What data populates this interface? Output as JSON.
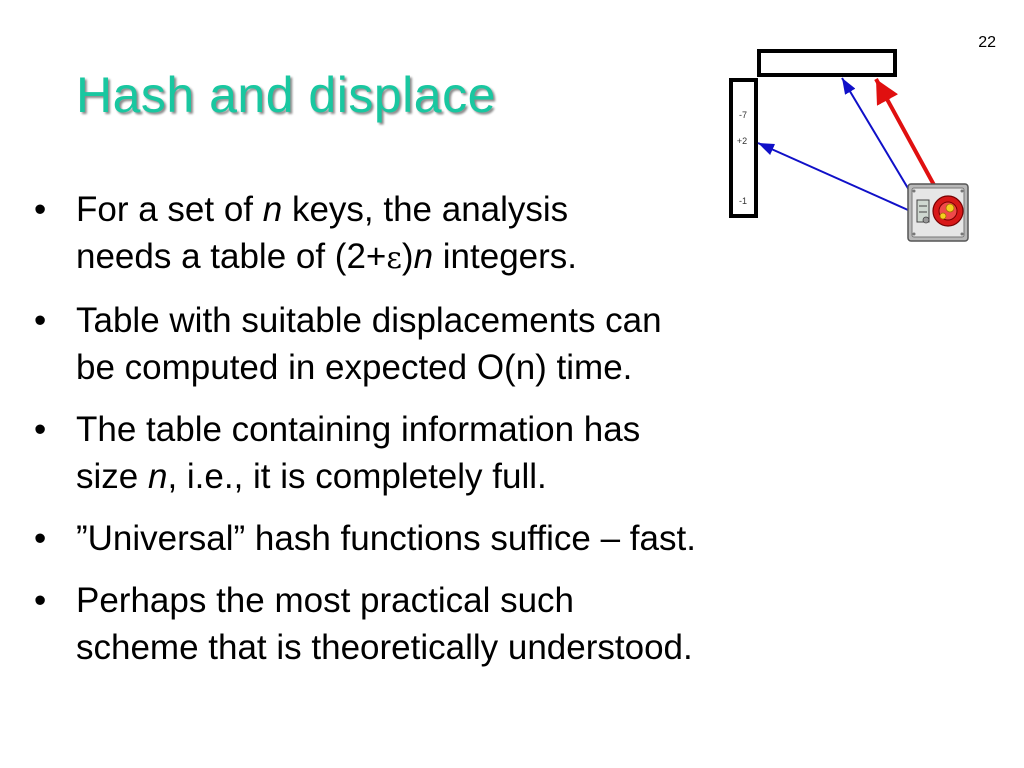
{
  "slide_number": "22",
  "title": "Hash and displace",
  "diagram": {
    "column_values": [
      "-7",
      "+2",
      "-1"
    ],
    "colors": {
      "blue_arrow": "#1010c8",
      "red_arrow": "#e01010",
      "title_green": "#19c7a0"
    }
  },
  "bullets": [
    {
      "l1a": "For a set of ",
      "l1n": "n",
      "l1b": " keys, the analysis",
      "l2a": "needs a table of (2+",
      "l2eps": "ε",
      "l2b": ")",
      "l2n": "n",
      "l2c": " integers."
    },
    {
      "l1": "Table with suitable displacements can",
      "l2": "be computed in expected O(n) time."
    },
    {
      "l1": "The table containing information has",
      "l2a": "size ",
      "l2n": "n",
      "l2b": ", i.e., it is completely full."
    },
    {
      "l1": "”Universal” hash functions suffice – fast."
    },
    {
      "l1": "Perhaps the most practical such",
      "l2": "scheme that is theoretically understood."
    }
  ]
}
